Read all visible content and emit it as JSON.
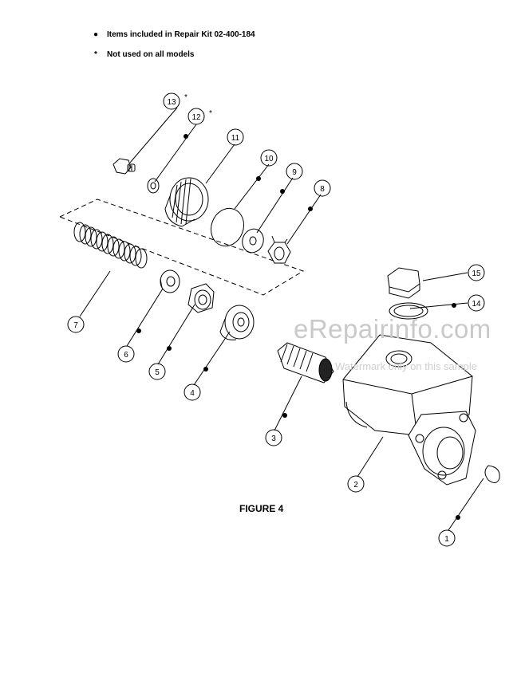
{
  "legend": {
    "kit_symbol": "●",
    "kit_text": "Items included in Repair Kit 02-400-184",
    "model_symbol": "*",
    "model_text": "Not used on all models"
  },
  "callouts": {
    "c1": "1",
    "c2": "2",
    "c3": "3",
    "c4": "4",
    "c5": "5",
    "c6": "6",
    "c7": "7",
    "c8": "8",
    "c9": "9",
    "c10": "10",
    "c11": "11",
    "c12": "12",
    "c13": "13",
    "c14": "14",
    "c15": "15",
    "asterisk": "*"
  },
  "figure_title": "FIGURE 4",
  "watermark": "eRepairinfo.com",
  "watermark_note": "Watermark only on this sample"
}
